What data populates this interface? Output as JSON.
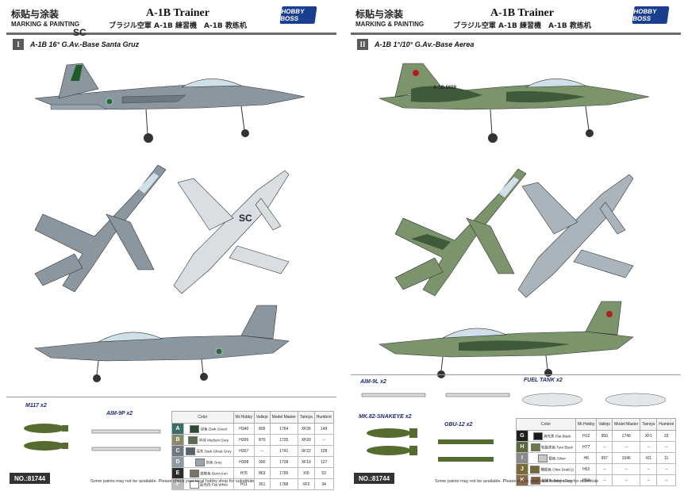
{
  "left_page": {
    "header": {
      "chinese": "标贴与涂装",
      "english": "MARKING & PAINTING",
      "title": "A-1B Trainer",
      "subtitle": "ブラジル空軍 A-1B 練習機　A-1B 教练机",
      "logo": "HOBBY BOSS"
    },
    "section": {
      "number": "I",
      "title": "A-1B 16° G.Av.-Base Santa Gruz"
    },
    "tail_code": "SC",
    "weapons": {
      "m117": "M117 x2",
      "aim9p": "AIM-9P x2"
    },
    "color_table": {
      "headers": [
        "Color",
        "Mr.Hobby",
        "Vallejo",
        "Model Master",
        "Tamiya",
        "Humbrol"
      ],
      "rows": [
        {
          "letter": "A",
          "bg": "#3b6d6a",
          "swatch": "#2f4a34",
          "name_cn": "绿色",
          "name_en": "Dark Green",
          "mrhobby": "H340",
          "vallejo": "895",
          "mm": "1764",
          "tamiya": "XF26",
          "humbrol": "149"
        },
        {
          "letter": "B",
          "bg": "#8a8a6a",
          "swatch": "#5f6a4a",
          "name_cn": "中绿",
          "name_en": "Medium Grey",
          "mrhobby": "H306",
          "vallejo": "870",
          "mm": "1725",
          "tamiya": "XF20",
          "humbrol": "--"
        },
        {
          "letter": "C",
          "bg": "#6f7a86",
          "swatch": "#586470",
          "name_cn": "深灰",
          "name_en": "Dark Ghost Grey",
          "mrhobby": "H307",
          "vallejo": "--",
          "mm": "1741",
          "tamiya": "XF22",
          "humbrol": "128"
        },
        {
          "letter": "D",
          "bg": "#8e9aa6",
          "swatch": "#9aa3ab",
          "name_cn": "灰色",
          "name_en": "Grey",
          "mrhobby": "H308",
          "vallejo": "990",
          "mm": "1728",
          "tamiya": "XF19",
          "humbrol": "127"
        },
        {
          "letter": "E",
          "bg": "#2c2c2c",
          "swatch": "#7a7268",
          "name_cn": "烧铁色",
          "name_en": "Burnt Iron",
          "mrhobby": "H76",
          "vallejo": "863",
          "mm": "1795",
          "tamiya": "XI0",
          "humbrol": "53"
        },
        {
          "letter": "F",
          "bg": "#bdbdbd",
          "swatch": "#ffffff",
          "name_cn": "亚光白",
          "name_en": "Flat White",
          "mrhobby": "H11",
          "vallejo": "951",
          "mm": "1768",
          "tamiya": "XF2",
          "humbrol": "34"
        }
      ]
    },
    "footer": {
      "number": "NO.:81744",
      "note": "Some paints may not be available. Please check your local hobby shop for substitute"
    }
  },
  "right_page": {
    "header": {
      "chinese": "标贴与涂装",
      "english": "MARKING & PAINTING",
      "title": "A-1B Trainer",
      "subtitle": "ブラジル空軍 A-1B 練習機　A-1B 教练机",
      "logo": "HOBBY BOSS"
    },
    "section": {
      "number": "II",
      "title": "A-1B 1°/10° G.Av.-Base Aerea"
    },
    "tail_code": "A-1B 5659",
    "weapons": {
      "aim9l": "AIM-9L x2",
      "fueltank": "FUEL TANK x2",
      "mk82": "MK.82-SNAKEYE x2",
      "gbu12": "GBU-12 x2"
    },
    "color_table": {
      "headers": [
        "Color",
        "Mr.Hobby",
        "Vallejo",
        "Model Master",
        "Tamiya",
        "Humbrol"
      ],
      "rows": [
        {
          "letter": "G",
          "bg": "#1e1e1e",
          "swatch": "#1a1a1a",
          "name_cn": "消光黑",
          "name_en": "Flat Black",
          "mrhobby": "H12",
          "vallejo": "950",
          "mm": "1749",
          "tamiya": "XF1",
          "humbrol": "33"
        },
        {
          "letter": "H",
          "bg": "#5a6a3a",
          "swatch": "#6a7a4a",
          "name_cn": "轮胎黑色",
          "name_en": "Tyre Black",
          "mrhobby": "H77",
          "vallejo": "--",
          "mm": "--",
          "tamiya": "--",
          "humbrol": "--"
        },
        {
          "letter": "I",
          "bg": "#8a8a8a",
          "swatch": "#c8c8c8",
          "name_cn": "银色",
          "name_en": "Silver",
          "mrhobby": "H8",
          "vallejo": "997",
          "mm": "1546",
          "tamiya": "XI1",
          "humbrol": "11"
        },
        {
          "letter": "J",
          "bg": "#7a6a3a",
          "swatch": "#6e6a3a",
          "name_cn": "橄榄色",
          "name_en": "Olive Drab(1)",
          "mrhobby": "H52",
          "vallejo": "--",
          "mm": "--",
          "tamiya": "--",
          "humbrol": "--"
        },
        {
          "letter": "K",
          "bg": "#8a6a4a",
          "swatch": "#8a5a3a",
          "name_cn": "烟褐色",
          "name_en": "Smoke Grey",
          "mrhobby": "H94",
          "vallejo": "--",
          "mm": "--",
          "tamiya": "--",
          "humbrol": "--"
        }
      ]
    },
    "footer": {
      "number": "NO.:81744",
      "note": "Some paints may not be available. Please check your local hobby shop for substitute"
    }
  },
  "colors": {
    "grey_camo": "#8a96a0",
    "grey_dark": "#5e6a74",
    "green_dark": "#3e5a3a",
    "green_light": "#7b946c",
    "page_rule": "#6a6a6a"
  }
}
